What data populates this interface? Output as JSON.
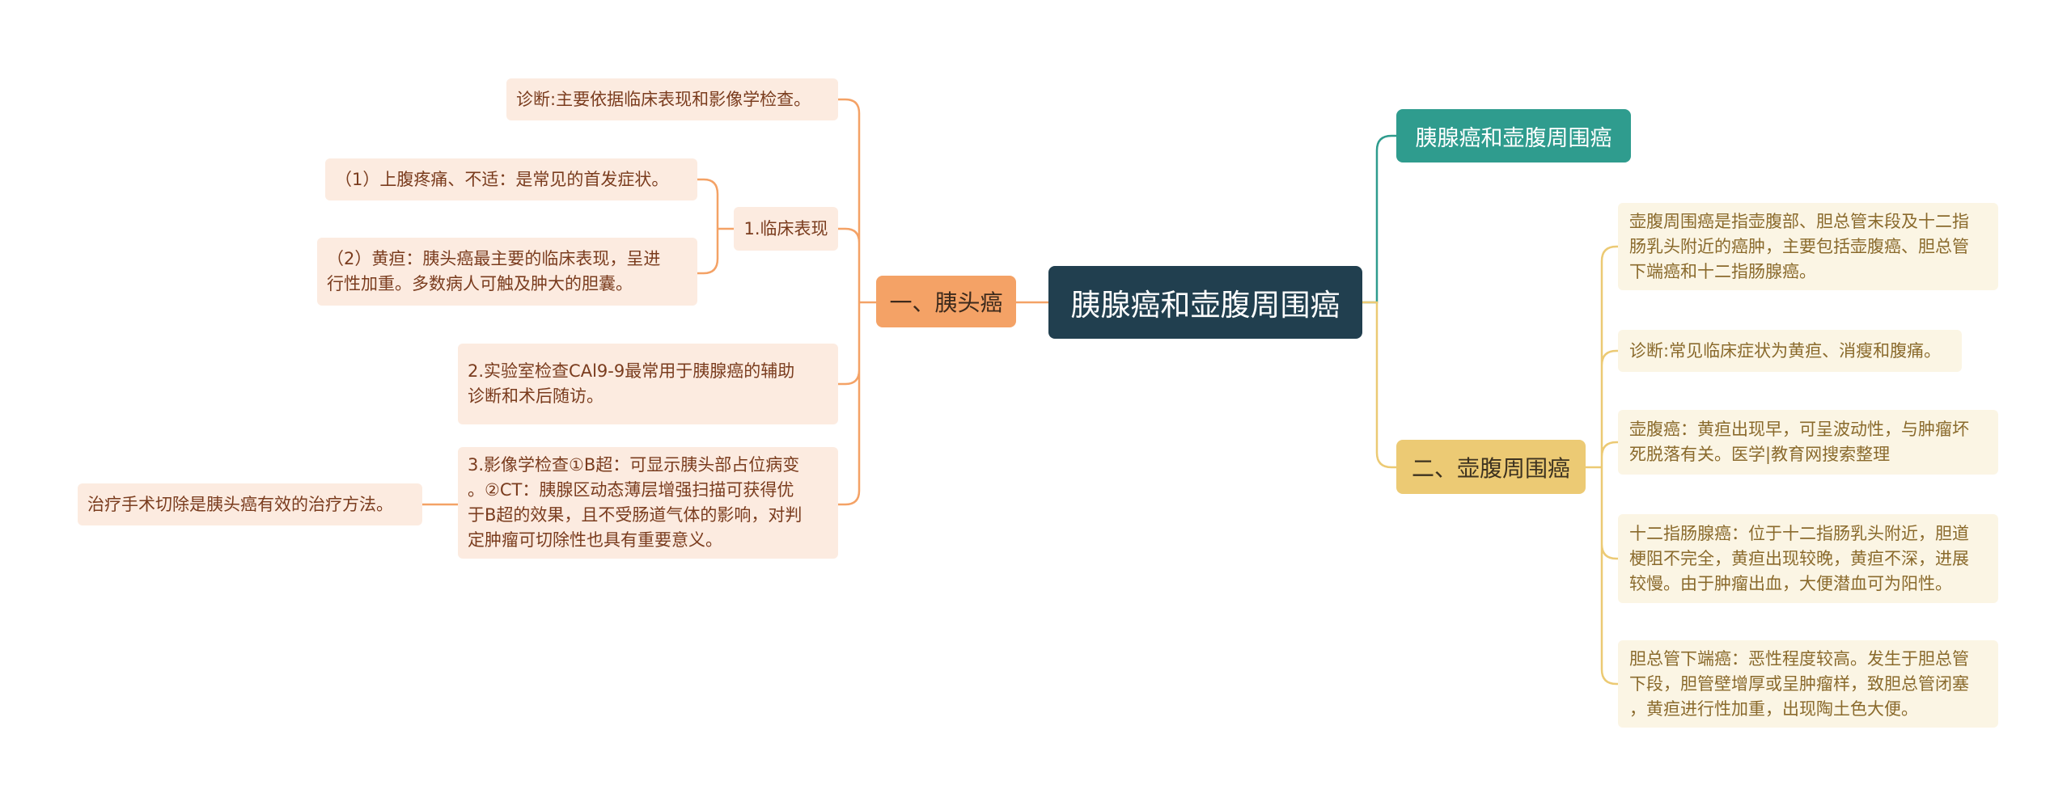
{
  "mindmap": {
    "root": "胰腺癌和壶腹周围癌",
    "branch_1": {
      "title": "一、胰头癌",
      "diagnosis": "诊断:主要依据临床表现和影像学检查。",
      "clinical": {
        "title": "1.临床表现",
        "item_1": "（1）上腹疼痛、不适：是常见的首发症状。",
        "item_2": "（2）黄疸：胰头癌最主要的临床表现，呈进\n行性加重。多数病人可触及肿大的胆囊。"
      },
      "lab": "2.实验室检查CAl9-9最常用于胰腺癌的辅助\n诊断和术后随访。",
      "imaging": "3.影像学检查①B超：可显示胰头部占位病变\n。②CT：胰腺区动态薄层增强扫描可获得优\n于B超的效果，且不受肠道气体的影响，对判\n定肿瘤可切除性也具有重要意义。",
      "treatment": "治疗手术切除是胰头癌有效的治疗方法。"
    },
    "branch_2": {
      "title": "胰腺癌和壶腹周围癌"
    },
    "branch_3": {
      "title": "二、壶腹周围癌",
      "definition": "壶腹周围癌是指壶腹部、胆总管末段及十二指\n肠乳头附近的癌肿，主要包括壶腹癌、胆总管\n下端癌和十二指肠腺癌。",
      "diagnosis": "诊断:常见临床症状为黄疸、消瘦和腹痛。",
      "ampulla": "壶腹癌：黄疸出现早，可呈波动性，与肿瘤坏\n死脱落有关。医学|教育网搜索整理",
      "duodenal": "十二指肠腺癌：位于十二指肠乳头附近，胆道\n梗阻不完全，黄疸出现较晚，黄疸不深，进展\n较慢。由于肿瘤出血，大便潜血可为阳性。",
      "bile_duct": "胆总管下端癌：恶性程度较高。发生于胆总管\n下段，胆管壁增厚或呈肿瘤样，致胆总管闭塞\n，黄疸进行性加重，出现陶土色大便。"
    },
    "colors": {
      "root": "#213f4f",
      "branch_left": "#f4a266",
      "branch_teal": "#2f9c8e",
      "branch_yellow": "#ecca74",
      "leaf_left_bg": "#fcebe0",
      "leaf_right_bg": "#fbf5e4"
    }
  }
}
